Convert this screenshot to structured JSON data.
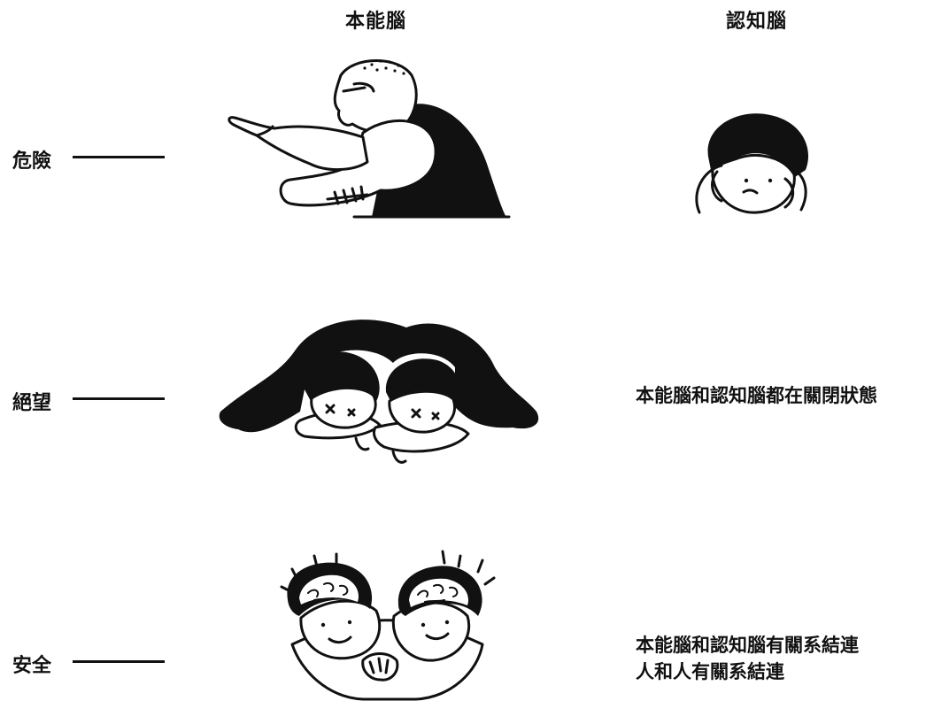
{
  "columns": {
    "instinct_brain": "本能腦",
    "cognitive_brain": "認知腦"
  },
  "rows": [
    {
      "label": "危險",
      "description": "",
      "description_line2": ""
    },
    {
      "label": "絕望",
      "description": "本能腦和認知腦都在關閉狀態",
      "description_line2": ""
    },
    {
      "label": "安全",
      "description": "本能腦和認知腦有關系結連",
      "description_line2": "人和人有關系結連"
    }
  ],
  "colors": {
    "ink": "#111111",
    "background": "#ffffff"
  }
}
